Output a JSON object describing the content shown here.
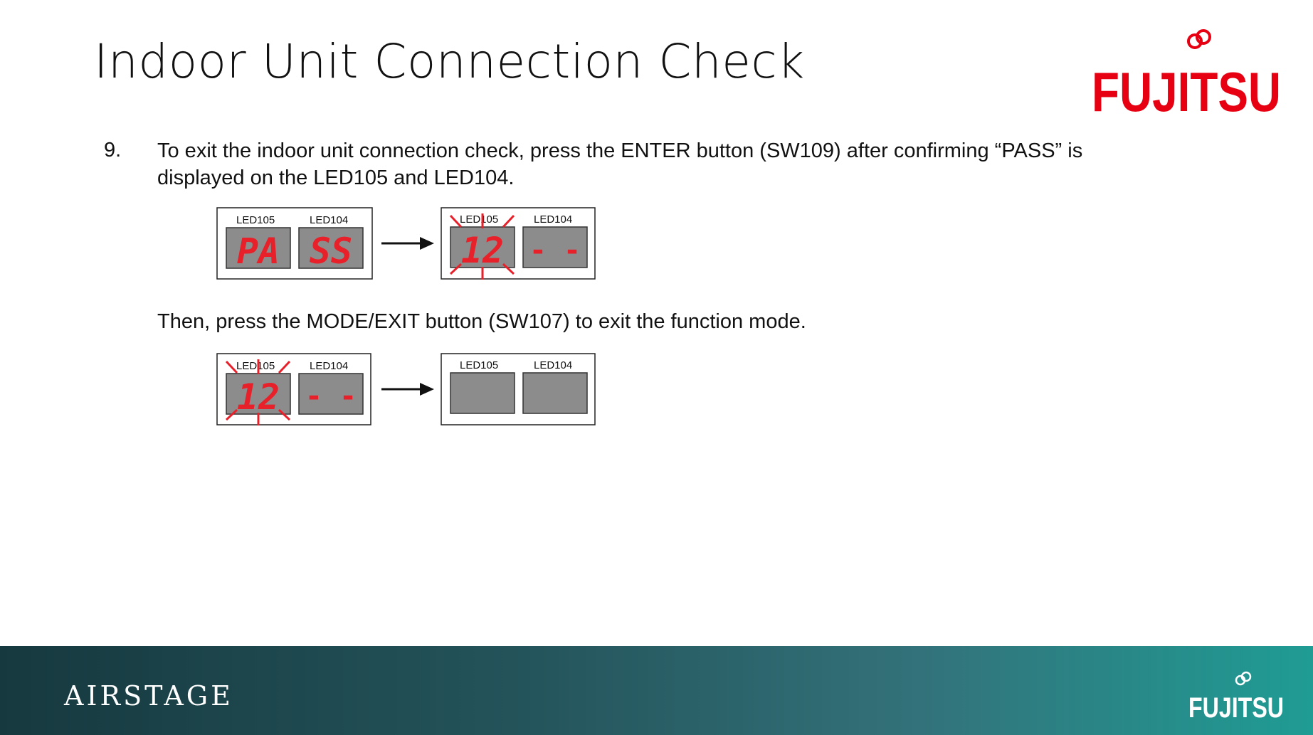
{
  "slide": {
    "title": "Indoor Unit Connection Check",
    "brand_logo": "FUJITSU",
    "step_number": "9.",
    "step_text": "To exit the indoor unit connection check, press the ENTER button (SW109) after confirming “PASS” is displayed on the LED105 and LED104.",
    "then_text": "Then, press the MODE/EXIT button (SW107) to exit the function mode."
  },
  "diagrams": {
    "led105_label": "LED105",
    "led104_label": "LED104",
    "pass_left": "PA",
    "pass_right": "SS",
    "code_12": "12",
    "dashes": "- -"
  },
  "footer": {
    "product_name": "AIRSTAGE",
    "brand_logo": "FUJITSU"
  },
  "colors": {
    "brand_red": "#e60012",
    "led_red": "#e8202a",
    "led_panel": "#8c8c8c"
  }
}
